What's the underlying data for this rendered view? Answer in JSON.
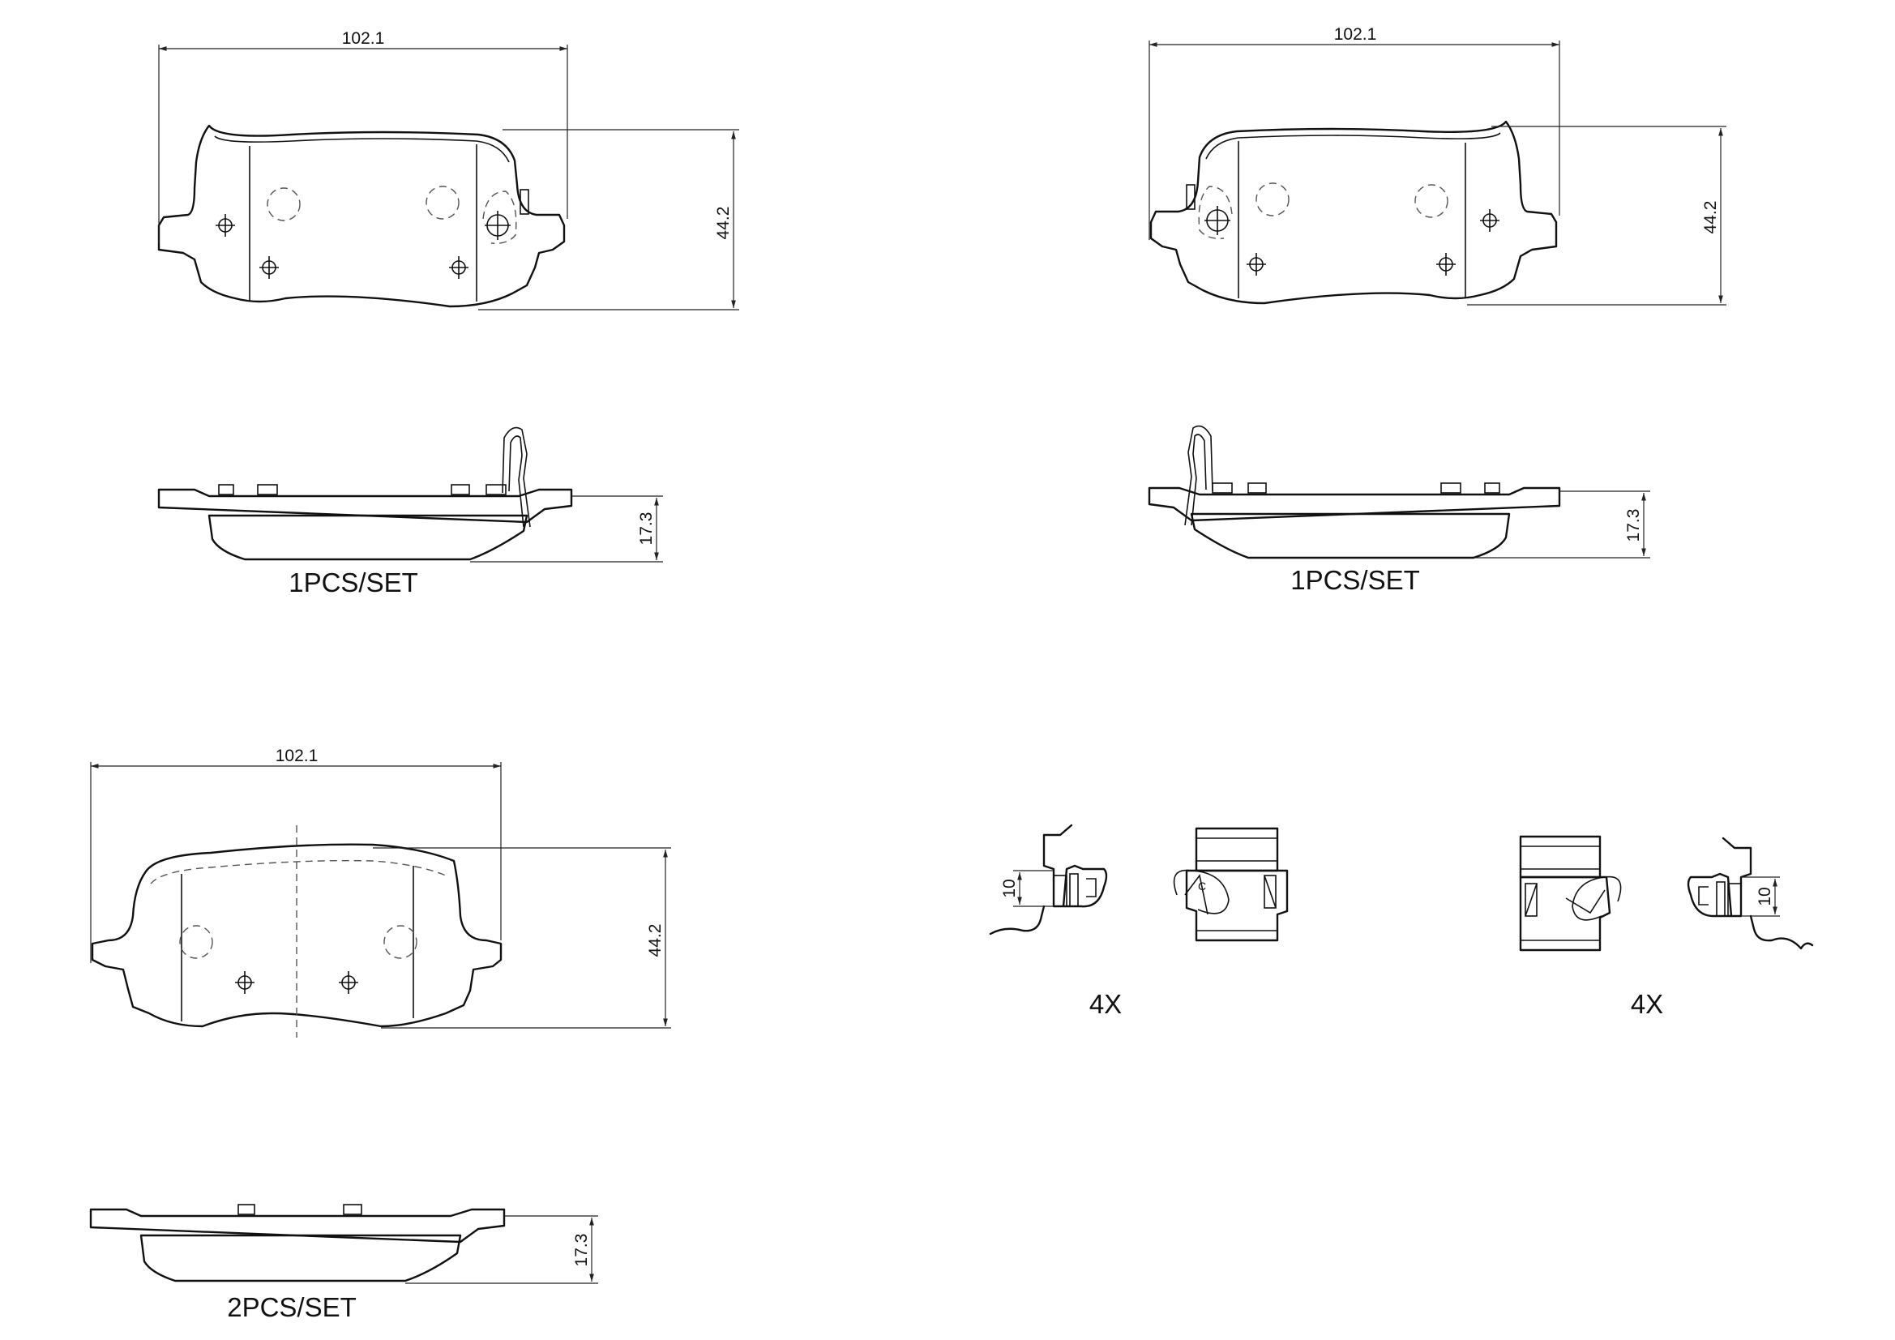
{
  "dimensions": {
    "width": "102.1",
    "height": "44.2",
    "thickness": "17.3",
    "clip_height": "10"
  },
  "sets": {
    "inner_left": "1PCS/SET",
    "inner_right": "1PCS/SET",
    "outer": "2PCS/SET"
  },
  "clips": {
    "left_qty": "4X",
    "right_qty": "4X",
    "marker": "C"
  }
}
